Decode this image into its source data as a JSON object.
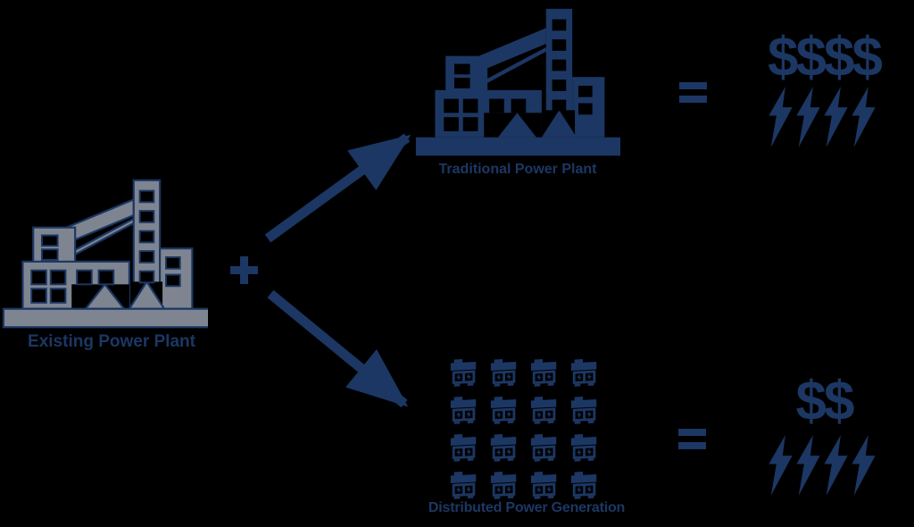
{
  "colors": {
    "navy": "#1c3763",
    "gray": "#7e8591",
    "background": "#000000"
  },
  "diagram": {
    "source": {
      "label": "Existing Power Plant"
    },
    "plus": "+",
    "branches": {
      "traditional": {
        "label": "Traditional Power Plant",
        "equals": "=",
        "cost": "$$$$",
        "bolts": 4
      },
      "distributed": {
        "label": "Distributed Power Generation",
        "equals": "=",
        "cost": "$$",
        "bolts": 4,
        "units": 16,
        "rows": 4,
        "columns": 4
      }
    }
  }
}
